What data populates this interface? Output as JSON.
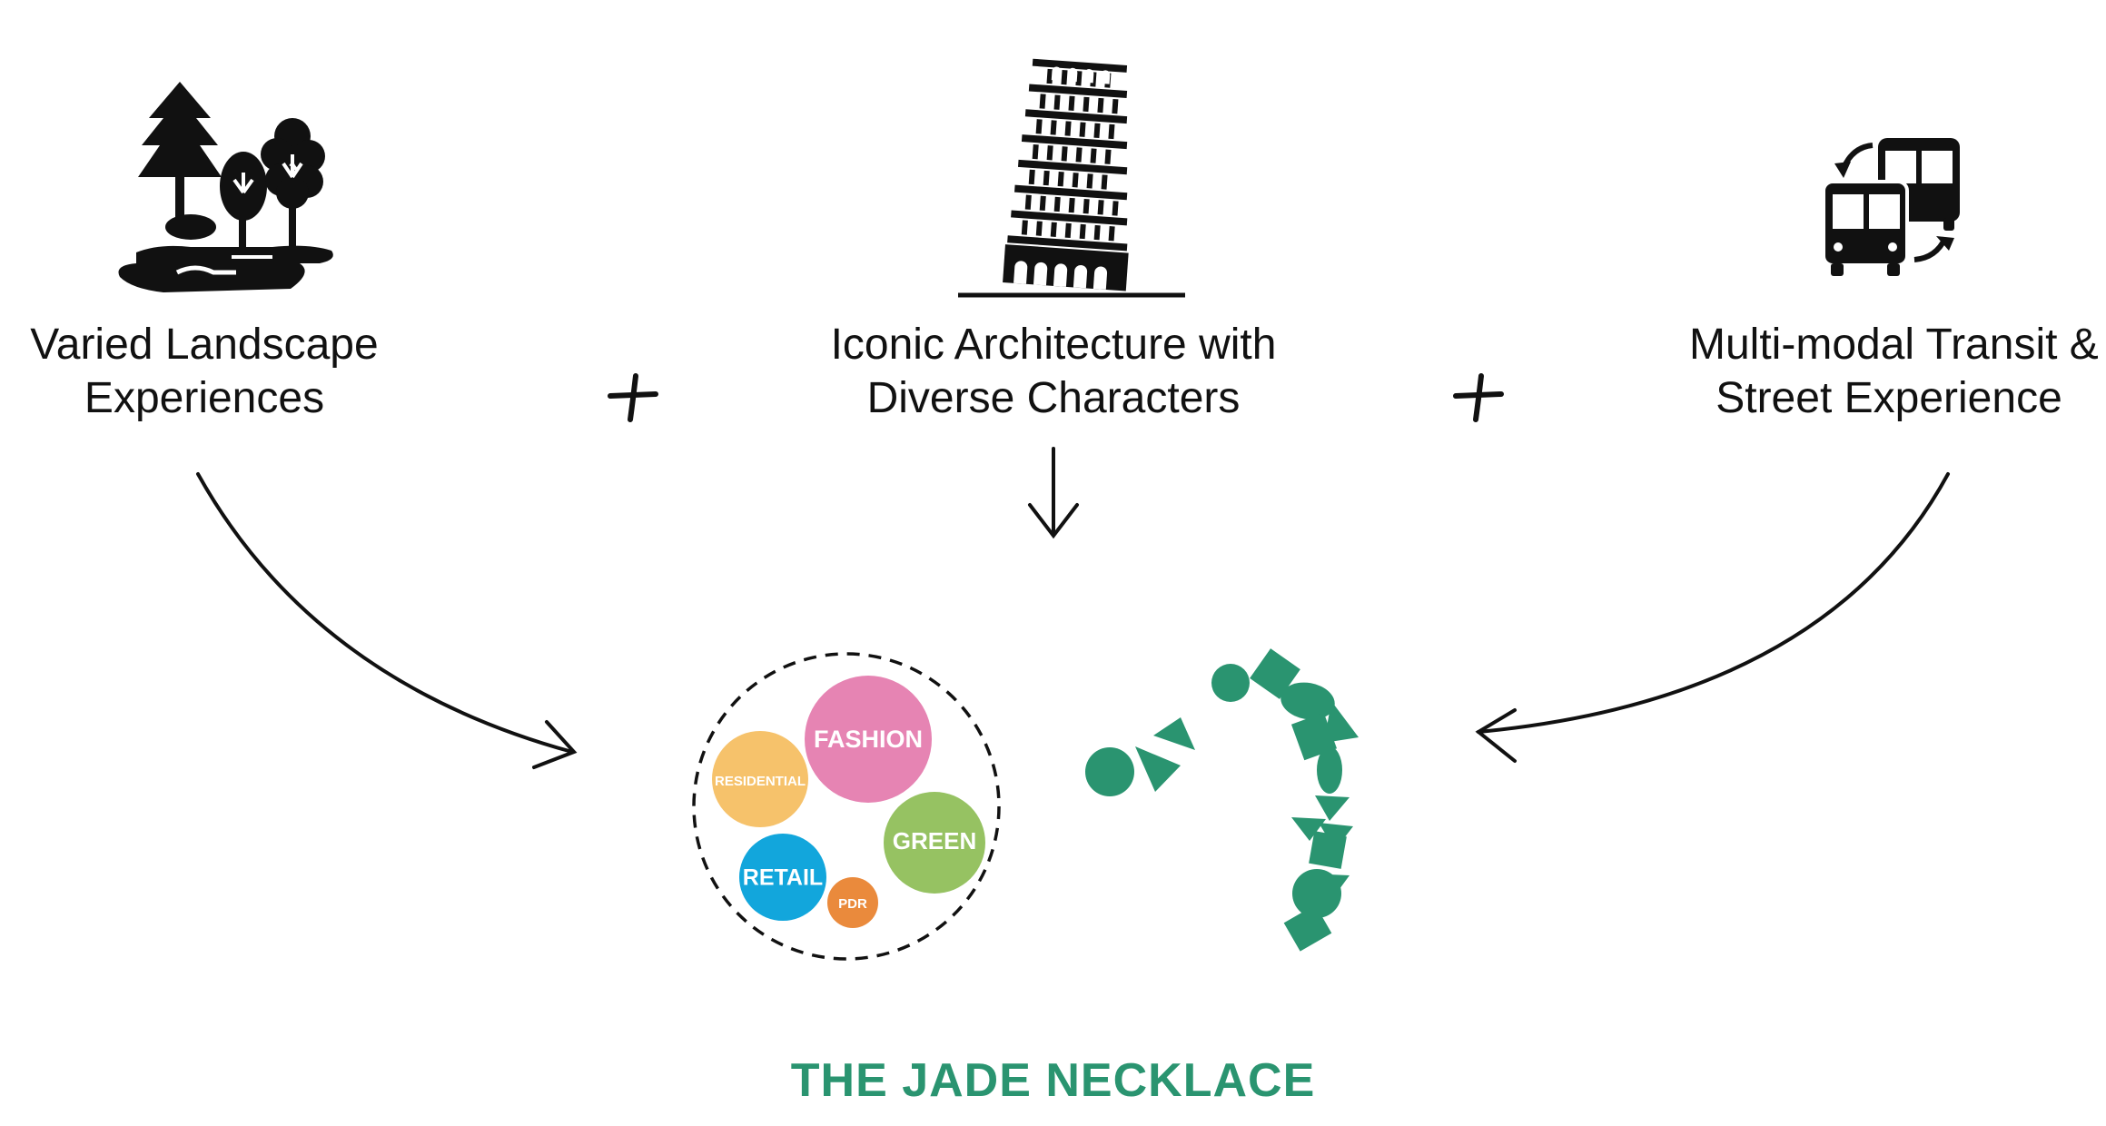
{
  "pillars": [
    {
      "line1": "Varied Landscape",
      "line2": "Experiences",
      "icon": "trees-icon"
    },
    {
      "line1": "Iconic Architecture with",
      "line2": "Diverse Characters",
      "icon": "leaning-tower-icon"
    },
    {
      "line1": "Multi-modal Transit &",
      "line2": "Street Experience",
      "icon": "buses-icon"
    }
  ],
  "bubbles": [
    {
      "label": "FASHION",
      "color": "#e684b3"
    },
    {
      "label": "RESIDENTIAL",
      "color": "#f6c26b"
    },
    {
      "label": "GREEN",
      "color": "#96c262"
    },
    {
      "label": "RETAIL",
      "color": "#12a6dc"
    },
    {
      "label": "PDR",
      "color": "#ea8a3c"
    }
  ],
  "title": {
    "text": "THE JADE NECKLACE",
    "color": "#2a9470"
  },
  "colors": {
    "jade": "#2a9470",
    "ink": "#111111"
  }
}
